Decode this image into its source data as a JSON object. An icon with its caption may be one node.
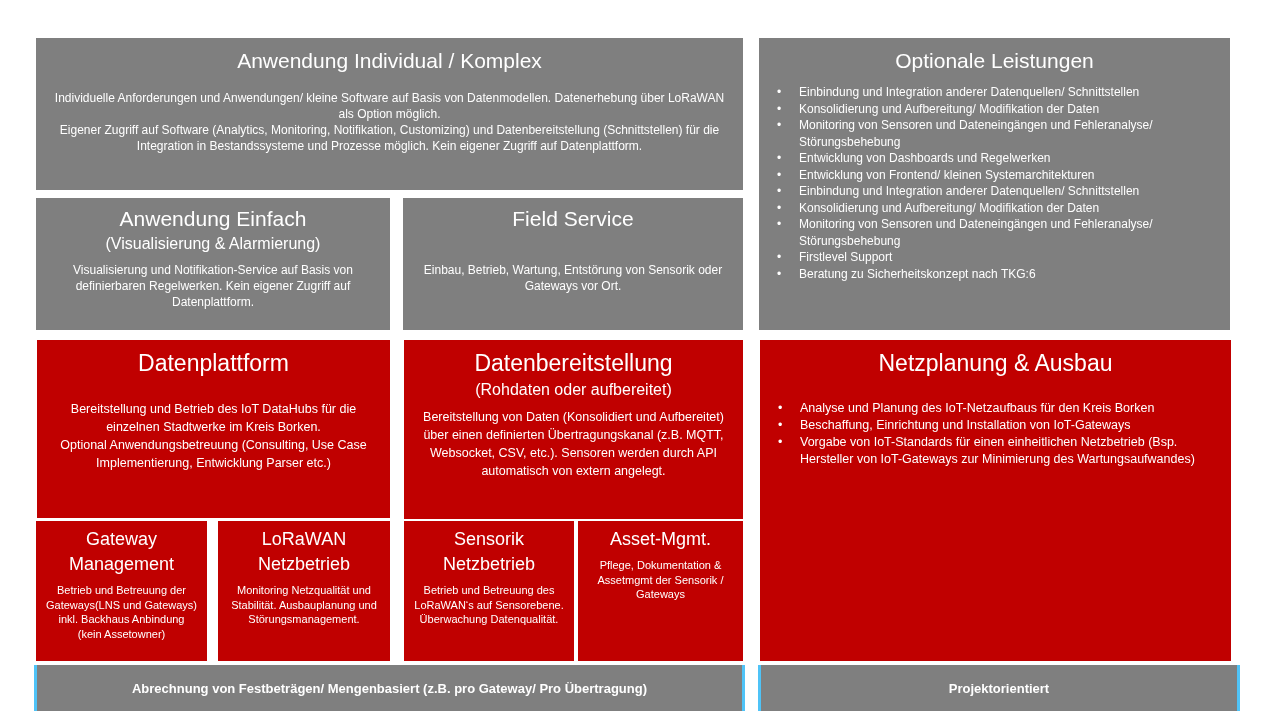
{
  "diagram": {
    "nodes": [
      {
        "text": [
          "Anwendung Individual / Komplex",
          "Individuelle Anforderungen und Anwendungen/ kleine Software auf Basis von Datenmodellen. Datenerhebung über LoRaWAN als Option möglich.",
          "Eigener Zugriff auf Software (Analytics, Monitoring, Notifikation, Customizing) und Datenbereitstellung (Schnittstellen) für die Integration in Bestandssysteme und Prozesse möglich. Kein eigener Zugriff auf Datenplattform."
        ]
      },
      {
        "text": [
          "Optionale Leistungen",
          "•\tEinbindung und Integration anderer Datenquellen/ Schnittstellen",
          "•\tKonsolidierung und Aufbereitung/ Modifikation der Daten",
          "•\tMonitoring von Sensoren und Dateneingängen und Fehleranalyse/ Störungsbehebung",
          "•\tEntwicklung von Dashboards und Regelwerken",
          "•\tEntwicklung von Frontend/ kleinen Systemarchitekturen",
          "•\tEinbindung und Integration anderer Datenquellen/ Schnittstellen",
          "•\tKonsolidierung und Aufbereitung/ Modifikation der Daten",
          "•\tMonitoring von Sensoren und Dateneingängen und Fehleranalyse/ Störungsbehebung",
          "•\tFirstlevel Support",
          "•\tBeratung zu Sicherheitskonzept nach TKG:6"
        ]
      },
      {
        "text": [
          "Anwendung Einfach",
          "(Visualisierung & Alarmierung)",
          "Visualisierung und Notifikation-Service auf Basis von definierbaren Regelwerken. Kein eigener Zugriff auf Datenplattform."
        ]
      },
      {
        "text": [
          "Field Service",
          "Einbau, Betrieb, Wartung, Entstörung von Sensorik oder Gateways vor Ort."
        ]
      },
      {
        "text": [
          "Datenplattform",
          "Bereitstellung und Betrieb des IoT DataHubs für die einzelnen Stadtwerke im Kreis Borken.",
          "Optional Anwendungsbetreuung (Consulting, Use Case Implementierung, Entwicklung Parser etc.)"
        ]
      },
      {
        "text": [
          "Datenbereitstellung",
          "(Rohdaten oder aufbereitet)",
          "Bereitstellung von Daten (Konsolidiert und Aufbereitet) über einen definierten Übertragungskanal (z.B. MQTT, Websocket, CSV, etc.). Sensoren werden durch API automatisch von extern angelegt."
        ]
      },
      {
        "text": [
          "Netzplanung & Ausbau",
          "•\tAnalyse und Planung des IoT-Netzaufbaus für den Kreis Borken",
          "•\tBeschaffung, Einrichtung und Installation von IoT-Gateways",
          "•\tVorgabe von IoT-Standards für einen einheitlichen Netzbetrieb (Bsp. Hersteller von IoT-Gateways zur Minimierung des Wartungsaufwandes)"
        ]
      },
      {
        "text": [
          "Gateway Management",
          "Betrieb und Betreuung der Gateways(LNS und Gateways) inkl. Backhaus Anbindung (kein Assetowner)"
        ]
      },
      {
        "text": [
          "LoRaWAN Netzbetrieb",
          "Monitoring Netzqualität und Stabilität. Ausbauplanung und Störungsmanagement."
        ]
      },
      {
        "text": [
          "Sensorik Netzbetrieb",
          "Betrieb und Betreuung des LoRaWAN‘s auf Sensorebene. Überwachung Datenqualität."
        ]
      },
      {
        "text": [
          "Asset-Mgmt.",
          "Pflege, Dokumentation & Assetmgmt der Sensorik / Gateways"
        ]
      },
      {
        "text": [
          "Abrechnung von Festbeträgen/ Mengenbasiert (z.B. pro Gateway/ Pro Übertragung)"
        ]
      },
      {
        "text": [
          "Projektorientiert"
        ]
      }
    ]
  }
}
